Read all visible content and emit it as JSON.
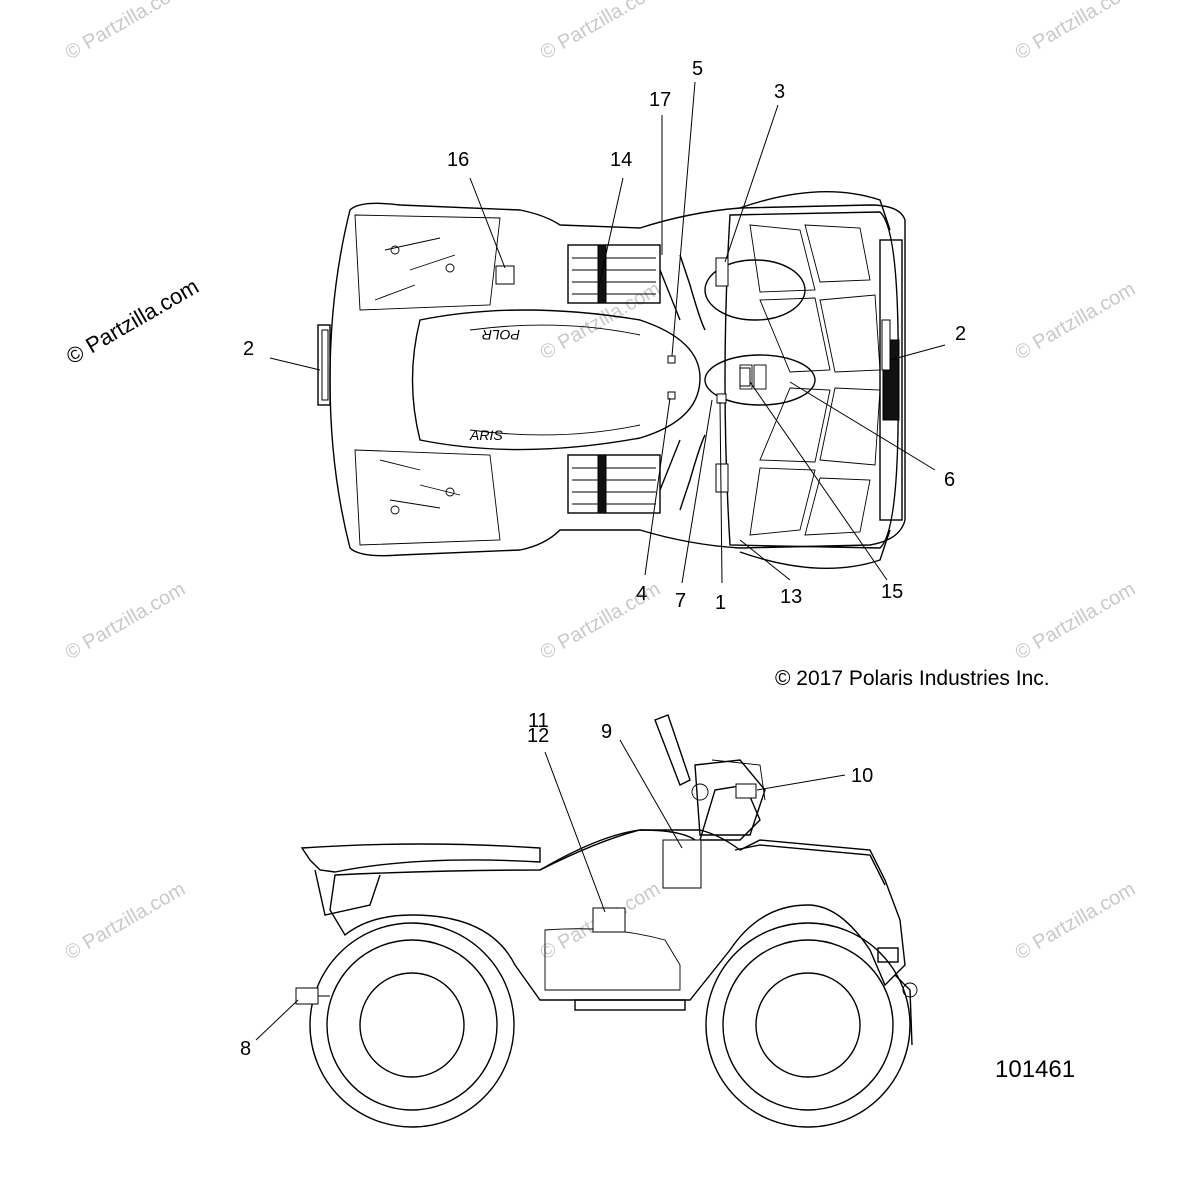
{
  "watermark": {
    "text": "© Partzilla.com"
  },
  "callouts": {
    "c1": "1",
    "c2": "2",
    "c3": "3",
    "c4": "4",
    "c5": "5",
    "c6": "6",
    "c7": "7",
    "c8": "8",
    "c9": "9",
    "c10": "10",
    "c11": "11",
    "c12": "12",
    "c13": "13",
    "c14": "14",
    "c15": "15",
    "c16": "16",
    "c17": "17"
  },
  "copyright": "© 2017 Polaris Industries Inc.",
  "figure_id": "101461",
  "body_text": {
    "left_mirror": "POLR",
    "right_mirror": "ARIS"
  }
}
